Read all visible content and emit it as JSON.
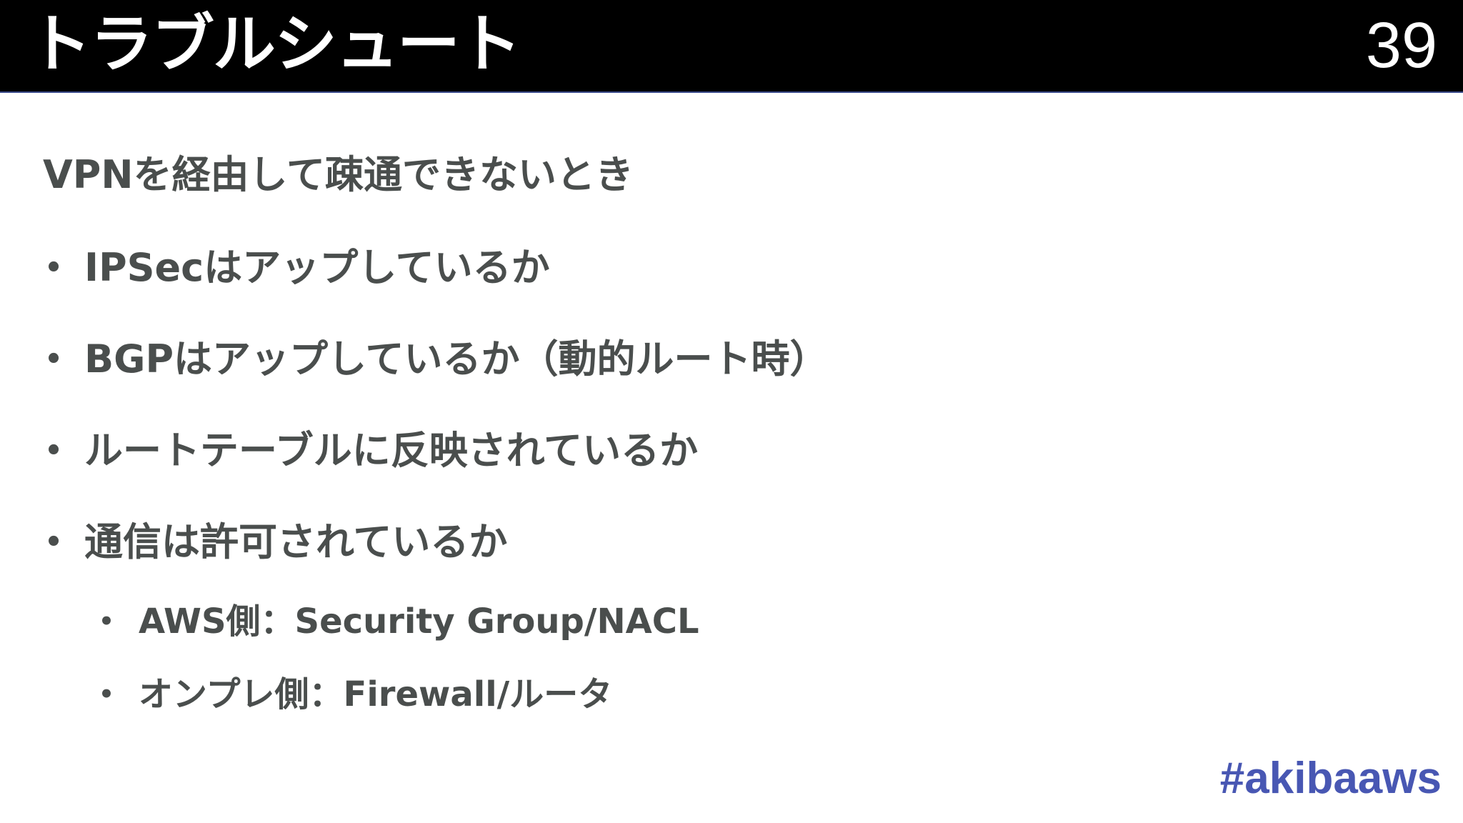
{
  "header": {
    "title": "トラブルシュート",
    "slide_number": "39"
  },
  "content": {
    "heading": "VPNを経由して疎通できないとき",
    "bullet_glyph": "•",
    "bullets": [
      {
        "label": "IPSecはアップしているか"
      },
      {
        "label": "BGPはアップしているか（動的ルート時）"
      },
      {
        "label": "ルートテーブルに反映されているか"
      },
      {
        "label": "通信は許可されているか"
      }
    ],
    "sub_bullets": [
      {
        "label": "AWS側：Security Group/NACL"
      },
      {
        "label": "オンプレ側：Firewall/ルータ"
      }
    ]
  },
  "footer": {
    "hashtag": "#akibaaws"
  },
  "colors": {
    "header_bg": "#000000",
    "header_text": "#ffffff",
    "body_text": "#4a4e4d",
    "hashtag": "#4857b3"
  }
}
